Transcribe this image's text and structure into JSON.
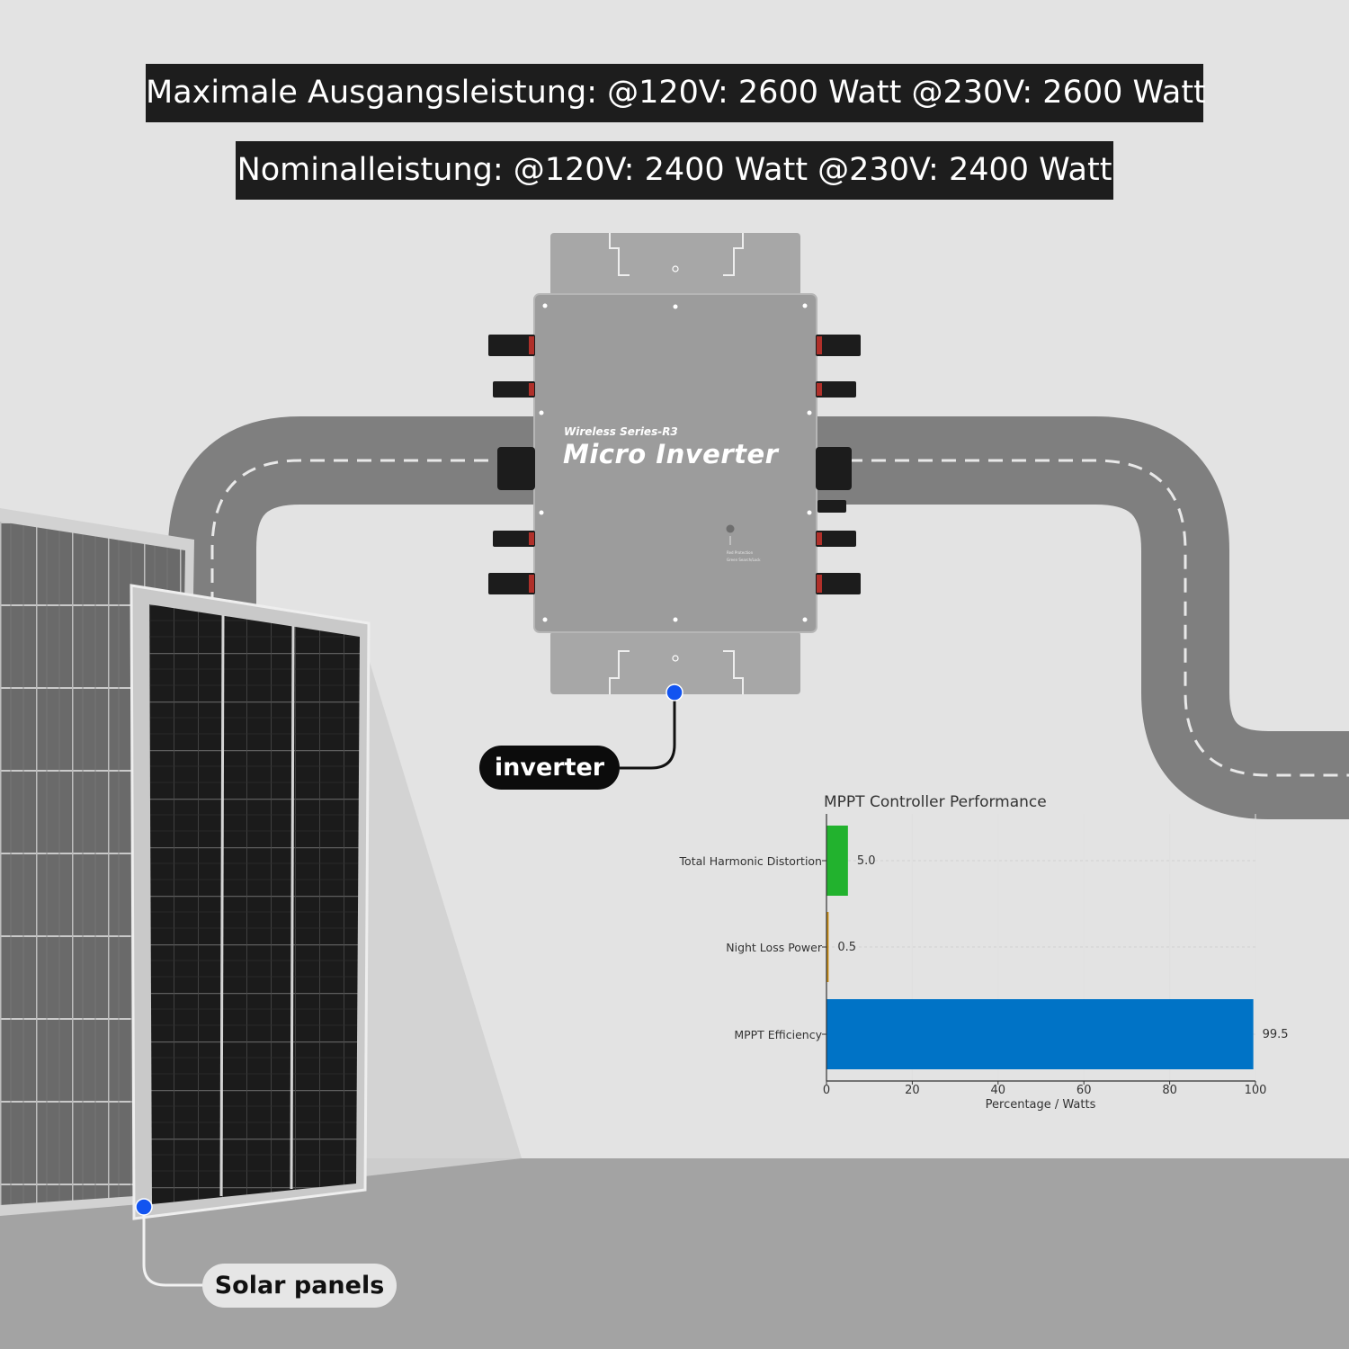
{
  "banners": {
    "max_output": "Maximale Ausgangsleistung: @120V: 2600 Watt @230V: 2600 Watt",
    "nominal": "Nominalleistung: @120V: 2400 Watt @230V: 2400 Watt"
  },
  "inverter": {
    "series_label": "Wireless Series-R3",
    "title": "Micro Inverter",
    "led_legend": [
      "Red Protection",
      "Green Search/Lock"
    ]
  },
  "callouts": {
    "inverter": "inverter",
    "solar_panels": "Solar panels"
  },
  "chart_data": {
    "type": "bar",
    "orientation": "horizontal",
    "title": "MPPT Controller Performance",
    "xlabel": "Percentage / Watts",
    "ylabel": "",
    "categories": [
      "Total Harmonic Distortion",
      "Night Loss Power",
      "MPPT Efficiency"
    ],
    "values": [
      5.0,
      0.5,
      99.5
    ],
    "value_labels": [
      "5.0",
      "0.5",
      "99.5"
    ],
    "colors": [
      "#22b22e",
      "#c88a12",
      "#0073c6"
    ],
    "xlim": [
      0,
      100
    ],
    "xticks": [
      0,
      20,
      40,
      60,
      80,
      100
    ],
    "grid": true,
    "legend": "none"
  }
}
